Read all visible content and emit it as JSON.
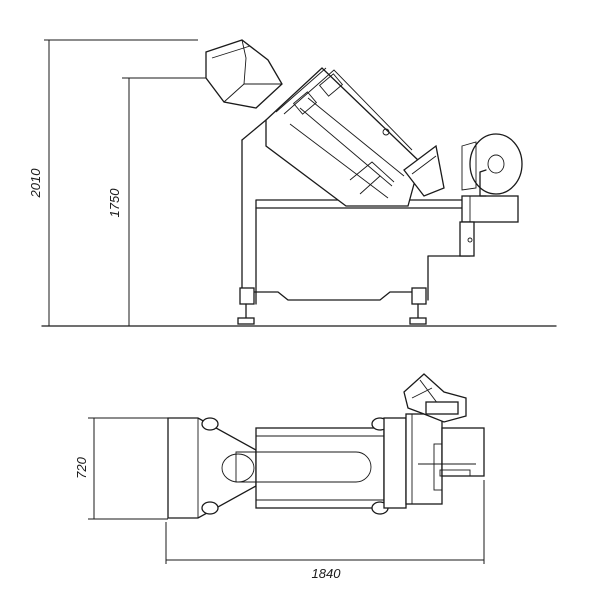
{
  "dimensions": {
    "overall_height": "2010",
    "table_height": "1750",
    "depth": "720",
    "length": "1840"
  }
}
